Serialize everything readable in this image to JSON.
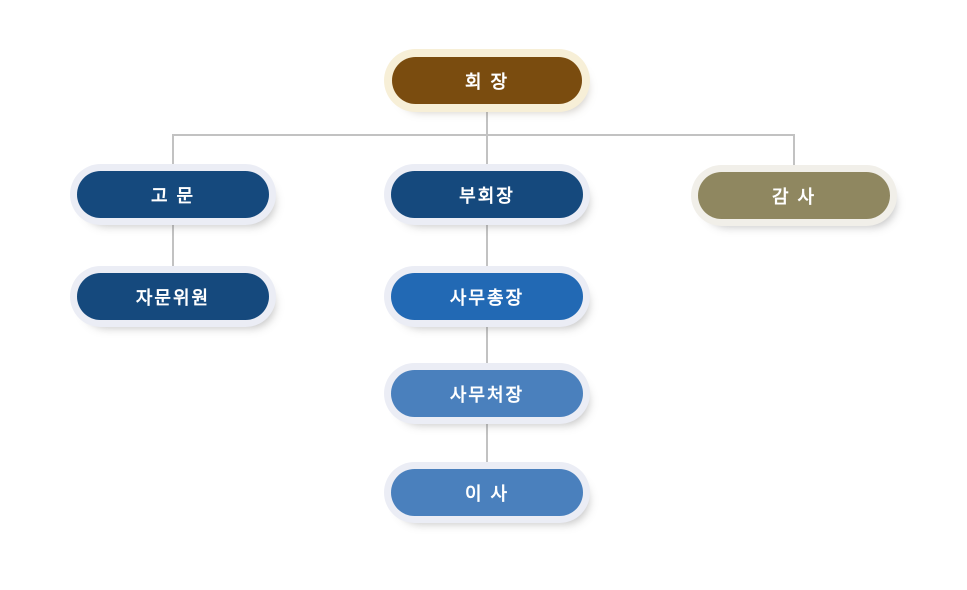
{
  "page": {
    "background": "#ffffff",
    "connector_color": "#c2c2c2",
    "text_color": "#ffffff"
  },
  "org_chart": {
    "type": "organization-chart",
    "nodes": [
      {
        "id": "chairman",
        "label": "회 장",
        "fill": "#7a4c0f",
        "halo": "#f7efd7",
        "level": 1,
        "parent": null
      },
      {
        "id": "advisor",
        "label": "고 문",
        "fill": "#15497d",
        "halo": "#ebedf5",
        "level": 2,
        "parent": "chairman"
      },
      {
        "id": "vice-chairman",
        "label": "부회장",
        "fill": "#15497d",
        "halo": "#ebedf5",
        "level": 2,
        "parent": "chairman"
      },
      {
        "id": "auditor",
        "label": "감 사",
        "fill": "#8f8760",
        "halo": "#f1efe9",
        "level": 2,
        "parent": "chairman"
      },
      {
        "id": "advisory-committee",
        "label": "자문위원",
        "fill": "#15497d",
        "halo": "#ebedf5",
        "level": 3,
        "parent": "advisor"
      },
      {
        "id": "secretary-general",
        "label": "사무총장",
        "fill": "#2269b4",
        "halo": "#ebedf5",
        "level": 3,
        "parent": "vice-chairman"
      },
      {
        "id": "office-director",
        "label": "사무처장",
        "fill": "#4a80bd",
        "halo": "#ebedf5",
        "level": 4,
        "parent": "secretary-general"
      },
      {
        "id": "director",
        "label": "이 사",
        "fill": "#4a80bd",
        "halo": "#ebedf5",
        "level": 5,
        "parent": "office-director"
      }
    ]
  }
}
